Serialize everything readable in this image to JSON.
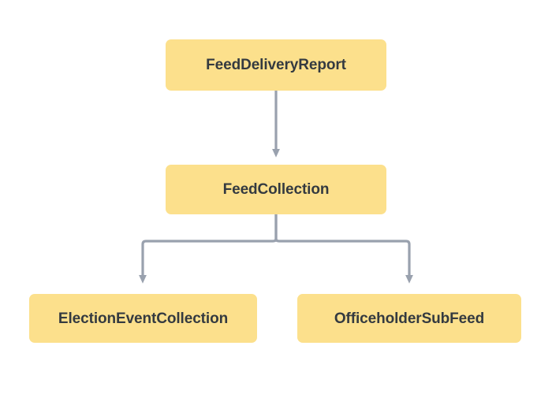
{
  "diagram": {
    "type": "flowchart",
    "direction": "top-to-bottom",
    "background_color": "#ffffff",
    "node_fill_color": "#fce08c",
    "node_text_color": "#343a40",
    "edge_color": "#99a1ae",
    "nodes": [
      {
        "id": "feed-delivery-report",
        "label": "FeedDeliveryReport",
        "level": 0
      },
      {
        "id": "feed-collection",
        "label": "FeedCollection",
        "level": 1
      },
      {
        "id": "election-event-collection",
        "label": "ElectionEventCollection",
        "level": 2
      },
      {
        "id": "officeholder-subfeed",
        "label": "OfficeholderSubFeed",
        "level": 2
      }
    ],
    "edges": [
      {
        "from": "FeedDeliveryReport",
        "to": "FeedCollection",
        "style": "straight-arrow"
      },
      {
        "from": "FeedCollection",
        "to": "ElectionEventCollection",
        "style": "elbow-arrow"
      },
      {
        "from": "FeedCollection",
        "to": "OfficeholderSubFeed",
        "style": "elbow-arrow"
      }
    ]
  }
}
